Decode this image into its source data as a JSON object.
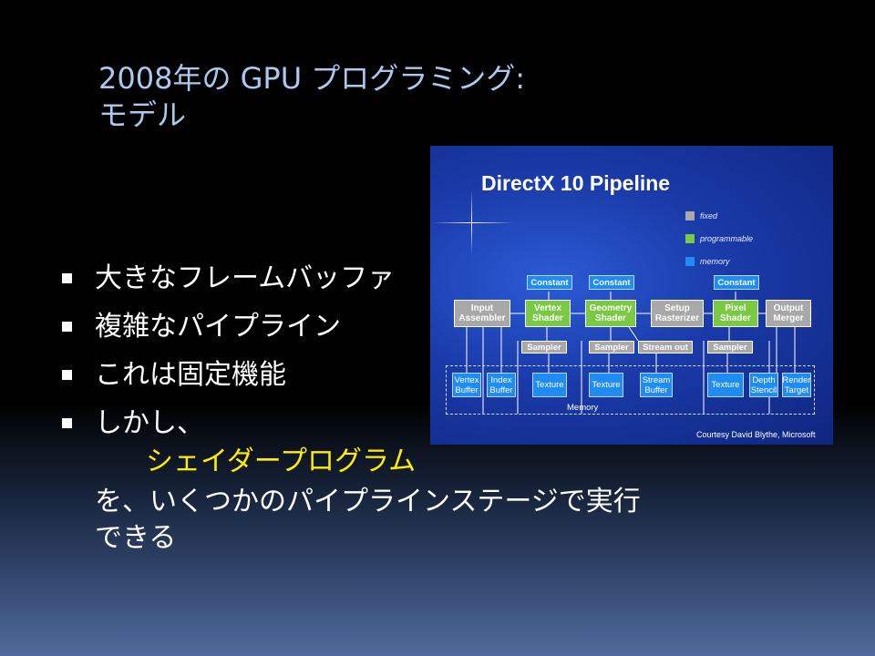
{
  "slide": {
    "title_line1": "2008年の GPU プログラミング:",
    "title_line2": "モデル",
    "bullets": {
      "b1": "大きなフレームバッファ",
      "b2": "複雑なパイプライン",
      "b3": "これは固定機能",
      "b4_line1": "しかし、",
      "b4_highlight": "シェイダープログラム",
      "b4_line3": "を、いくつかのパイプラインステージで実行",
      "b4_line4": "できる"
    }
  },
  "pipeline": {
    "title": "DirectX 10 Pipeline",
    "legend": {
      "fixed": "fixed",
      "programmable": "programmable",
      "memory": "memory"
    },
    "colors": {
      "fixed": "#a8a8a8",
      "programmable": "#7ac943",
      "memory": "#1e8cf2"
    },
    "constant": "Constant",
    "stages": {
      "input_assembler": "Input Assembler",
      "vertex_shader": "Vertex Shader",
      "geometry_shader": "Geometry Shader",
      "setup_rasterizer": "Setup Rasterizer",
      "pixel_shader": "Pixel Shader",
      "output_merger": "Output Merger"
    },
    "sampler": "Sampler",
    "stream_out": "Stream out",
    "memory_items": {
      "vertex_buffer": "Vertex Buffer",
      "index_buffer": "Index Buffer",
      "texture": "Texture",
      "stream_buffer": "Stream Buffer",
      "depth_stencil": "Depth Stencil",
      "render_target": "Render Target"
    },
    "memory_label": "Memory",
    "credit": "Courtesy David Blythe, Microsoft"
  }
}
